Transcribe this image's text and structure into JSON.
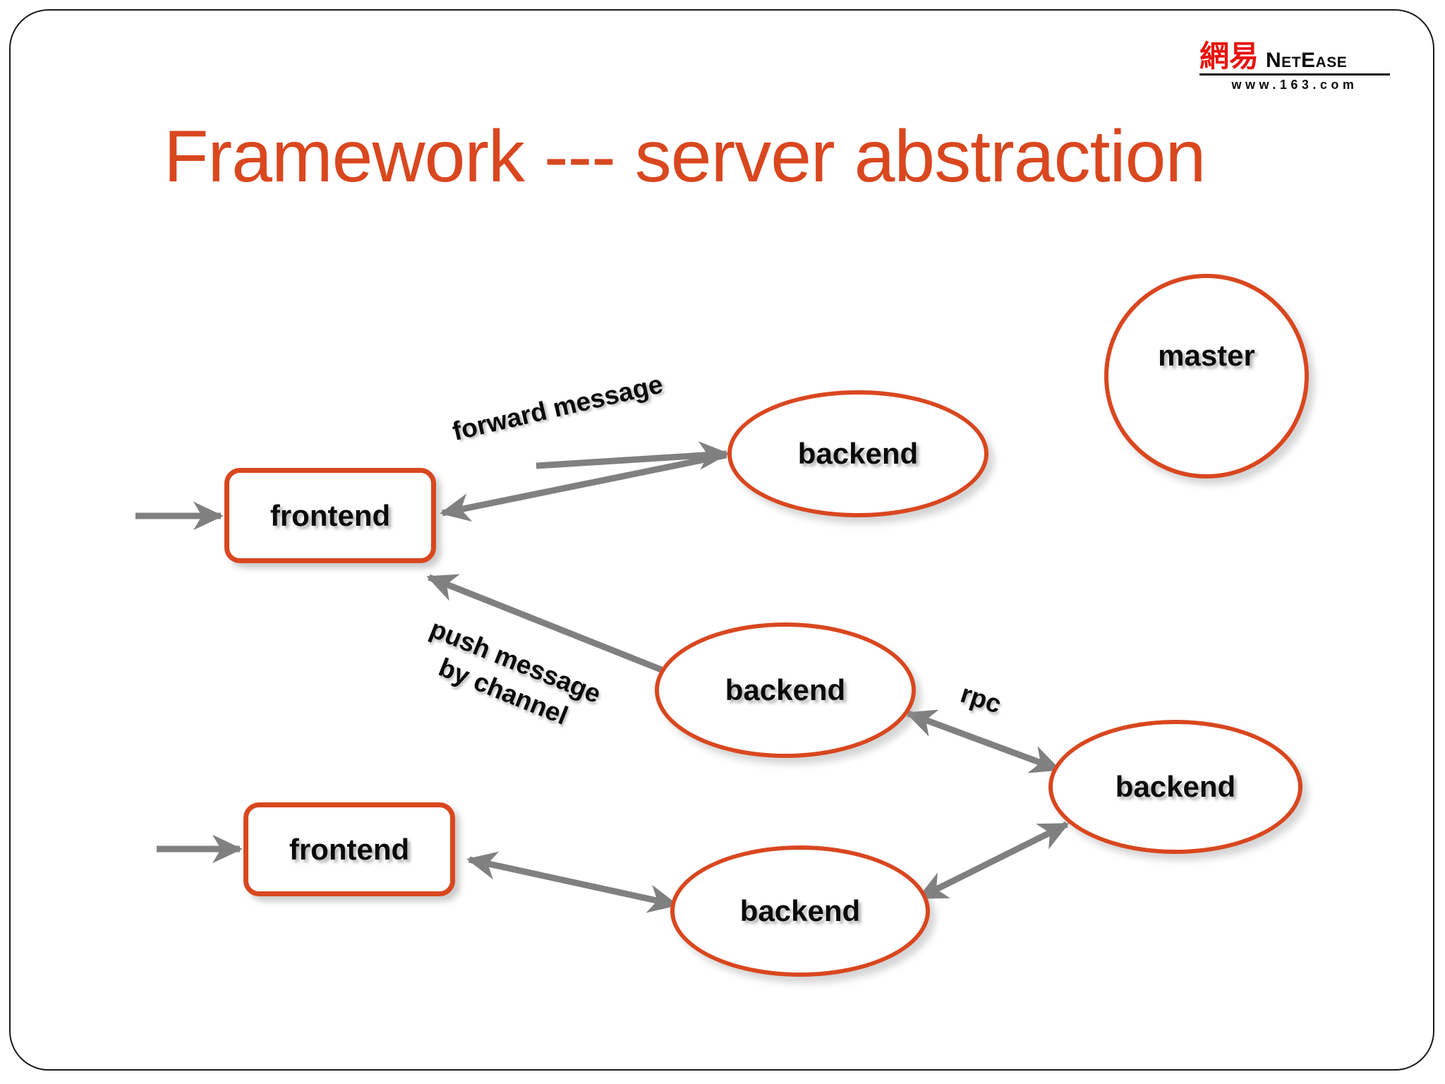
{
  "slide": {
    "title": "Framework --- server abstraction",
    "accent_color": "#d9471f",
    "edge_color": "#808080",
    "text_color": "#0a0a0a",
    "background": "#ffffff",
    "border_color": "#1a1a1a"
  },
  "logo": {
    "name": "netease-logo",
    "chinese": "網易",
    "brand": "NetEase",
    "url": "www.163.com",
    "brand_color": "#e8120c"
  },
  "nodes": [
    {
      "id": "frontend-1",
      "label": "frontend",
      "shape": "rounded-rect"
    },
    {
      "id": "frontend-2",
      "label": "frontend",
      "shape": "rounded-rect"
    },
    {
      "id": "backend-1",
      "label": "backend",
      "shape": "ellipse"
    },
    {
      "id": "backend-2",
      "label": "backend",
      "shape": "ellipse"
    },
    {
      "id": "backend-3",
      "label": "backend",
      "shape": "ellipse"
    },
    {
      "id": "backend-4",
      "label": "backend",
      "shape": "ellipse"
    },
    {
      "id": "master",
      "label": "master",
      "shape": "circle"
    }
  ],
  "edges": [
    {
      "id": "client-in-1",
      "label": "",
      "from": "client",
      "to": "frontend-1",
      "arrows": "single"
    },
    {
      "id": "client-in-2",
      "label": "",
      "from": "client",
      "to": "frontend-2",
      "arrows": "single"
    },
    {
      "id": "forward-message",
      "label": "forward message",
      "from": "backend-1",
      "to": "frontend-1",
      "arrows": "single"
    },
    {
      "id": "push-message",
      "label": "push message\nby channel",
      "from": "backend-2",
      "to": "frontend-1",
      "arrows": "single"
    },
    {
      "id": "rpc",
      "label": "rpc",
      "from": "backend-2",
      "to": "backend-3",
      "arrows": "double"
    },
    {
      "id": "frontend2-backend4",
      "label": "",
      "from": "frontend-2",
      "to": "backend-4",
      "arrows": "double"
    },
    {
      "id": "backend4-backend3",
      "label": "",
      "from": "backend-4",
      "to": "backend-3",
      "arrows": "double"
    }
  ],
  "edge_labels": {
    "forward_message": "forward message",
    "push_message_line1": "push message",
    "push_message_line2": "by channel",
    "rpc": "rpc"
  }
}
